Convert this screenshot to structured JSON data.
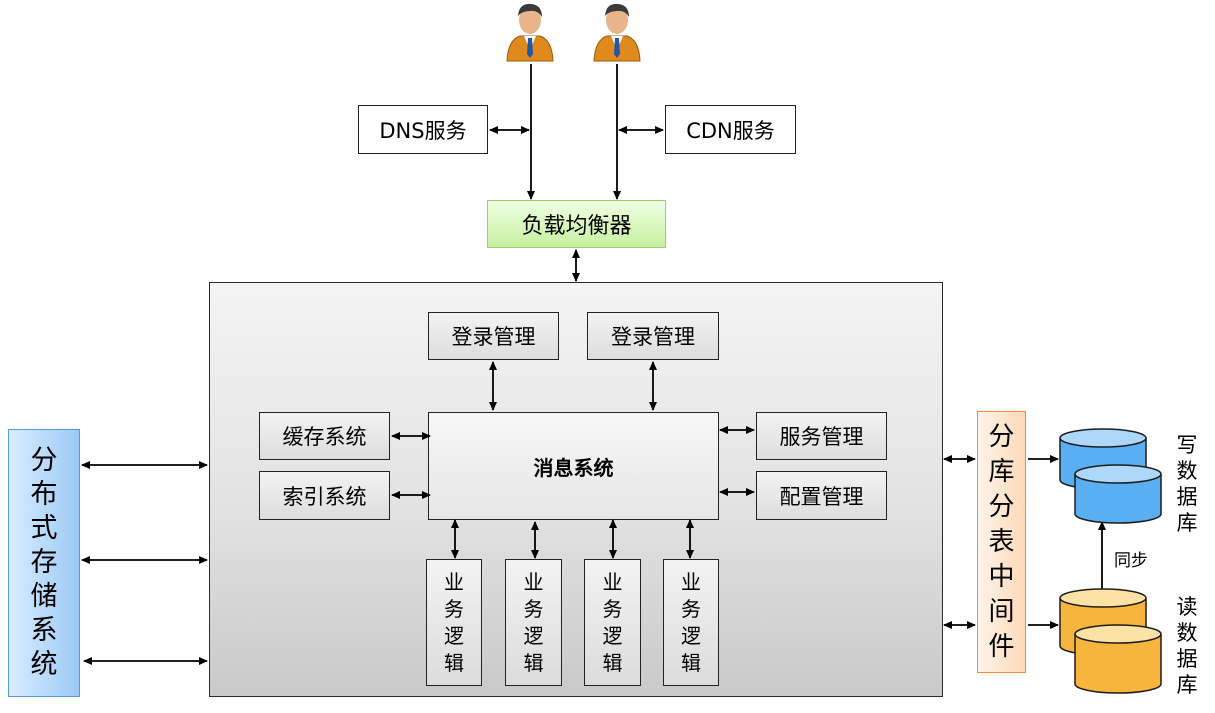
{
  "users": [
    {
      "icon": "user-icon"
    },
    {
      "icon": "user-icon"
    }
  ],
  "services": {
    "dns": "DNS服务",
    "cdn": "CDN服务"
  },
  "load_balancer": "负载均衡器",
  "platform": {
    "top_modules": [
      "登录管理",
      "登录管理"
    ],
    "left_modules": [
      "缓存系统",
      "索引系统"
    ],
    "right_modules": [
      "服务管理",
      "配置管理"
    ],
    "message_system": "消息系统",
    "business_logic": [
      [
        "业",
        "务",
        "逻",
        "辑"
      ],
      [
        "业",
        "务",
        "逻",
        "辑"
      ],
      [
        "业",
        "务",
        "逻",
        "辑"
      ],
      [
        "业",
        "务",
        "逻",
        "辑"
      ]
    ]
  },
  "distributed_storage": [
    "分",
    "布",
    "式",
    "存",
    "储",
    "系",
    "统"
  ],
  "sharding_middleware": [
    "分",
    "库",
    "分",
    "表",
    "中",
    "间",
    "件"
  ],
  "databases": {
    "write": [
      "写",
      "数",
      "据",
      "库"
    ],
    "read": [
      "读",
      "数",
      "据",
      "库"
    ],
    "sync": "同步",
    "write_color": "#5aaef2",
    "read_color": "#f7b53d"
  }
}
